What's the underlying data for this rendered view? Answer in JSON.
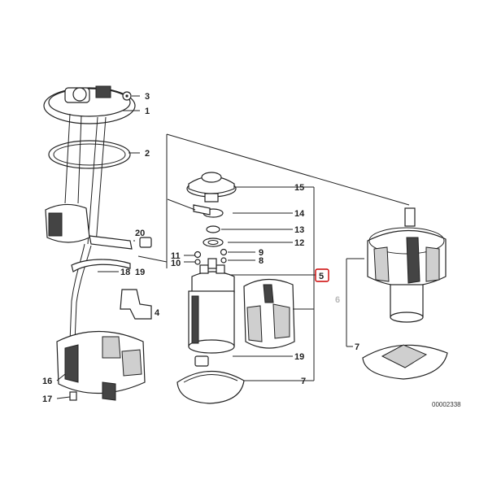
{
  "callouts": {
    "c3": "3",
    "c1": "1",
    "c2": "2",
    "c20": "20",
    "c18": "18",
    "c19a": "19",
    "c4": "4",
    "c16": "16",
    "c17": "17",
    "c11": "11",
    "c10": "10",
    "c9": "9",
    "c8": "8",
    "c15": "15",
    "c14": "14",
    "c13": "13",
    "c12": "12",
    "c5": "5",
    "c19b": "19",
    "c7a": "7",
    "c6": "6",
    "c7b": "7"
  },
  "doc_number": "00002338",
  "colors": {
    "line": "#222222",
    "highlight": "#cc0000",
    "muted": "#b8b8b8"
  }
}
